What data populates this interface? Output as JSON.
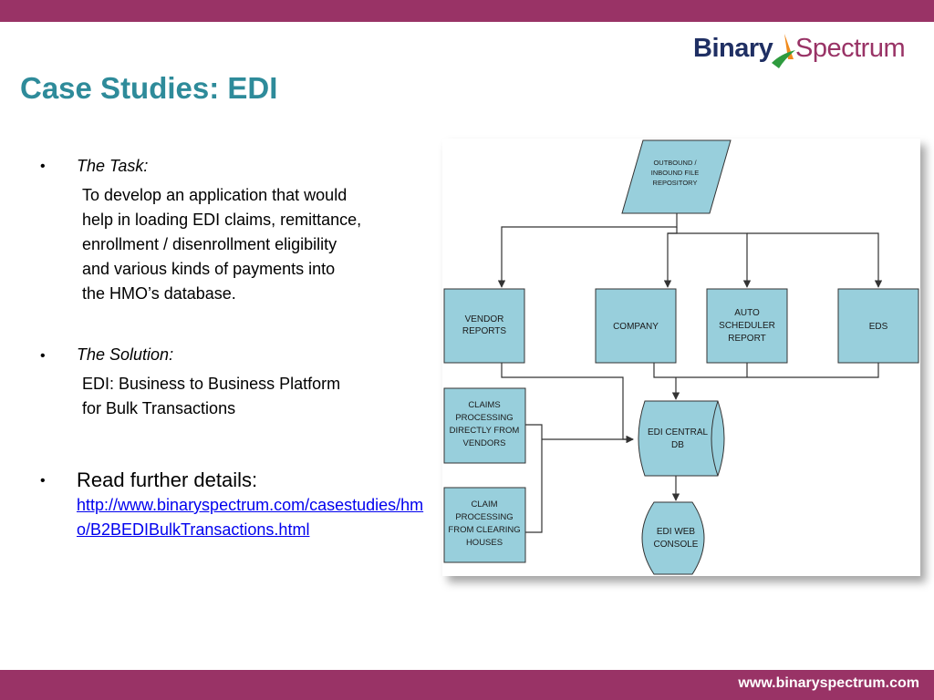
{
  "slide": {
    "title": "Case Studies: EDI",
    "logo": {
      "part1": "Binary",
      "part2": "Spectrum"
    },
    "footer": "www.binaryspectrum.com"
  },
  "content": {
    "task": {
      "heading": "The Task:",
      "lines": [
        "To develop an application that would",
        "help in loading EDI claims, remittance,",
        "enrollment / disenrollment eligibility",
        "and various kinds of payments into",
        "the HMO’s database."
      ]
    },
    "solution": {
      "heading": "The Solution:",
      "lines": [
        "EDI: Business to Business Platform",
        "for Bulk Transactions"
      ]
    },
    "details": {
      "label": "Read further details:",
      "link": "http://www.binaryspectrum.com/casestudies/hmo/B2BEDIBulkTransactions.html"
    }
  },
  "diagram": {
    "repository": [
      "OUTBOUND /",
      "INBOUND FILE",
      "REPOSITORY"
    ],
    "vendor_reports": [
      "VENDOR",
      "REPORTS"
    ],
    "company": [
      "COMPANY"
    ],
    "auto_scheduler": [
      "AUTO",
      "SCHEDULER",
      "REPORT"
    ],
    "eds": [
      "EDS"
    ],
    "claims_vendors": [
      "CLAIMS",
      "PROCESSING",
      "DIRECTLY FROM",
      "VENDORS"
    ],
    "claims_clearing": [
      "CLAIM",
      "PROCESSING",
      "FROM CLEARING",
      "HOUSES"
    ],
    "central_db": [
      "EDI CENTRAL",
      "DB"
    ],
    "web_console": [
      "EDI WEB",
      "CONSOLE"
    ],
    "colors": {
      "node_fill": "#98cfdc",
      "node_stroke": "#333333",
      "line": "#333333"
    }
  }
}
